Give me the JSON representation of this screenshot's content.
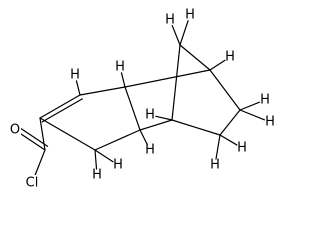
{
  "molecule": {
    "atoms": [
      {
        "id": "C1",
        "label": "",
        "h_count": 0
      },
      {
        "id": "C2",
        "label": "",
        "h_count": 1
      },
      {
        "id": "C3",
        "label": "",
        "h_count": 2
      },
      {
        "id": "C3a",
        "label": "",
        "h_count": 1
      },
      {
        "id": "C4",
        "label": "",
        "h_count": 1
      },
      {
        "id": "C5",
        "label": "",
        "h_count": 2
      },
      {
        "id": "C6",
        "label": "",
        "h_count": 2
      },
      {
        "id": "C7",
        "label": "",
        "h_count": 1
      },
      {
        "id": "C7a",
        "label": "",
        "h_count": 1
      },
      {
        "id": "C8",
        "label": "",
        "h_count": 2
      },
      {
        "id": "Ccarbonyl",
        "label": "",
        "h_count": 0
      },
      {
        "id": "O1",
        "label": "O",
        "h_count": 0
      },
      {
        "id": "Cl1",
        "label": "Cl",
        "h_count": 0
      }
    ],
    "hydrogen_label": "H",
    "bonds": [
      {
        "a": "C1",
        "b": "C2",
        "order": 2
      },
      {
        "a": "C2",
        "b": "C7a",
        "order": 1
      },
      {
        "a": "C7a",
        "b": "C3a",
        "order": 1
      },
      {
        "a": "C3a",
        "b": "C3",
        "order": 1
      },
      {
        "a": "C3",
        "b": "C1",
        "order": 1
      },
      {
        "a": "C7a",
        "b": "C7",
        "order": 1
      },
      {
        "a": "C7",
        "b": "C6",
        "order": 1
      },
      {
        "a": "C6",
        "b": "C5",
        "order": 1
      },
      {
        "a": "C5",
        "b": "C4",
        "order": 1
      },
      {
        "a": "C4",
        "b": "C3a",
        "order": 1
      },
      {
        "a": "C7",
        "b": "C8",
        "order": 1
      },
      {
        "a": "C8",
        "b": "C4",
        "order": 1
      },
      {
        "a": "C1",
        "b": "Ccarbonyl",
        "order": 1
      },
      {
        "a": "Ccarbonyl",
        "b": "O1",
        "order": 2
      },
      {
        "a": "Ccarbonyl",
        "b": "Cl1",
        "order": 1
      }
    ]
  }
}
